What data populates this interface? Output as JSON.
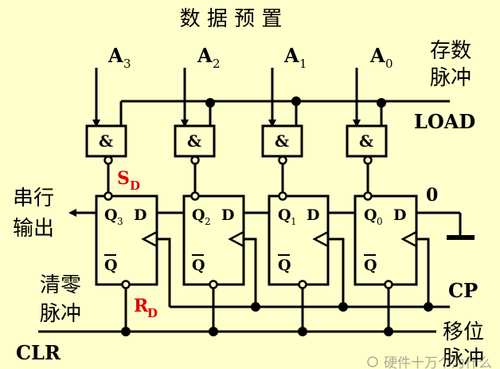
{
  "title": "数 据 预 置",
  "inputs": [
    {
      "letter": "A",
      "sub": "3"
    },
    {
      "letter": "A",
      "sub": "2"
    },
    {
      "letter": "A",
      "sub": "1"
    },
    {
      "letter": "A",
      "sub": "0"
    }
  ],
  "load": {
    "line1": "存数",
    "line2": "脉冲",
    "name": "LOAD"
  },
  "gate_label": "&",
  "flipflops": [
    {
      "q": "Q",
      "sub": "3",
      "d": "D",
      "qbar": "Q"
    },
    {
      "q": "Q",
      "sub": "2",
      "d": "D",
      "qbar": "Q"
    },
    {
      "q": "Q",
      "sub": "1",
      "d": "D",
      "qbar": "Q"
    },
    {
      "q": "Q",
      "sub": "0",
      "d": "D",
      "qbar": "Q"
    }
  ],
  "set_label": {
    "letter": "S",
    "sub": "D"
  },
  "reset_label": {
    "letter": "R",
    "sub": "D"
  },
  "serial_out": {
    "line1": "串行",
    "line2": "输出"
  },
  "zero_input": "0",
  "clear": {
    "line1": "清零",
    "line2": "脉冲",
    "name": "CLR"
  },
  "clock": {
    "name": "CP",
    "line1": "移位",
    "line2": "脉冲"
  },
  "watermark": "硬件十万个为什么",
  "colors": {
    "background": "#FFFFCC",
    "wire": "#000000",
    "label_red": "#E00000"
  }
}
